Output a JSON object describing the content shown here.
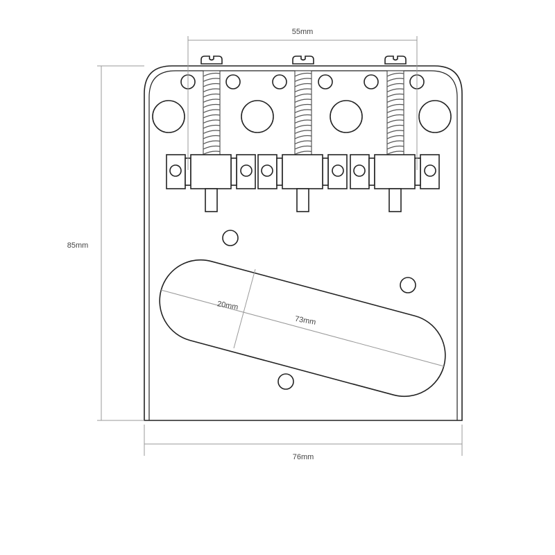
{
  "title": "Bridge plate dimension drawing",
  "dimensions": {
    "string_spacing": "55mm",
    "height": "85mm",
    "width": "76mm",
    "slot_width": "20mm",
    "slot_length": "73mm"
  }
}
